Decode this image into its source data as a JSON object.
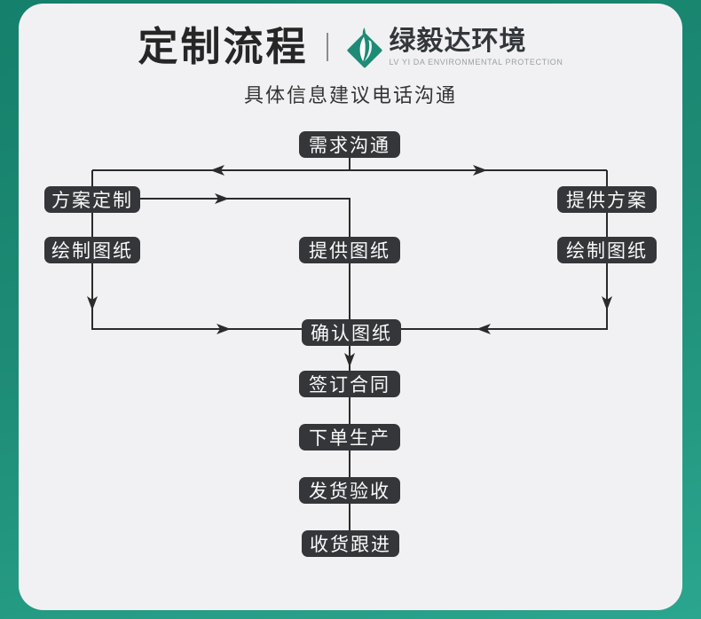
{
  "header": {
    "title": "定制流程",
    "brand": "绿毅达环境",
    "brand_sub": "LV YI DA ENVIRONMENTAL PROTECTION",
    "subtitle": "具体信息建议电话沟通"
  },
  "flow": {
    "nodes": [
      {
        "id": "demand",
        "label": "需求沟通"
      },
      {
        "id": "plan-custom",
        "label": "方案定制"
      },
      {
        "id": "provide-plan",
        "label": "提供方案"
      },
      {
        "id": "draw-left",
        "label": "绘制图纸"
      },
      {
        "id": "provide-drawing",
        "label": "提供图纸"
      },
      {
        "id": "draw-right",
        "label": "绘制图纸"
      },
      {
        "id": "confirm-drawing",
        "label": "确认图纸"
      },
      {
        "id": "sign-contract",
        "label": "签订合同"
      },
      {
        "id": "order-produce",
        "label": "下单生产"
      },
      {
        "id": "ship-accept",
        "label": "发货验收"
      },
      {
        "id": "receive-follow",
        "label": "收货跟进"
      }
    ]
  },
  "colors": {
    "accent_teal": "#1d8b75",
    "card_bg": "#f1f1f3",
    "node_bg": "#35363a",
    "line": "#2b2b2b"
  }
}
